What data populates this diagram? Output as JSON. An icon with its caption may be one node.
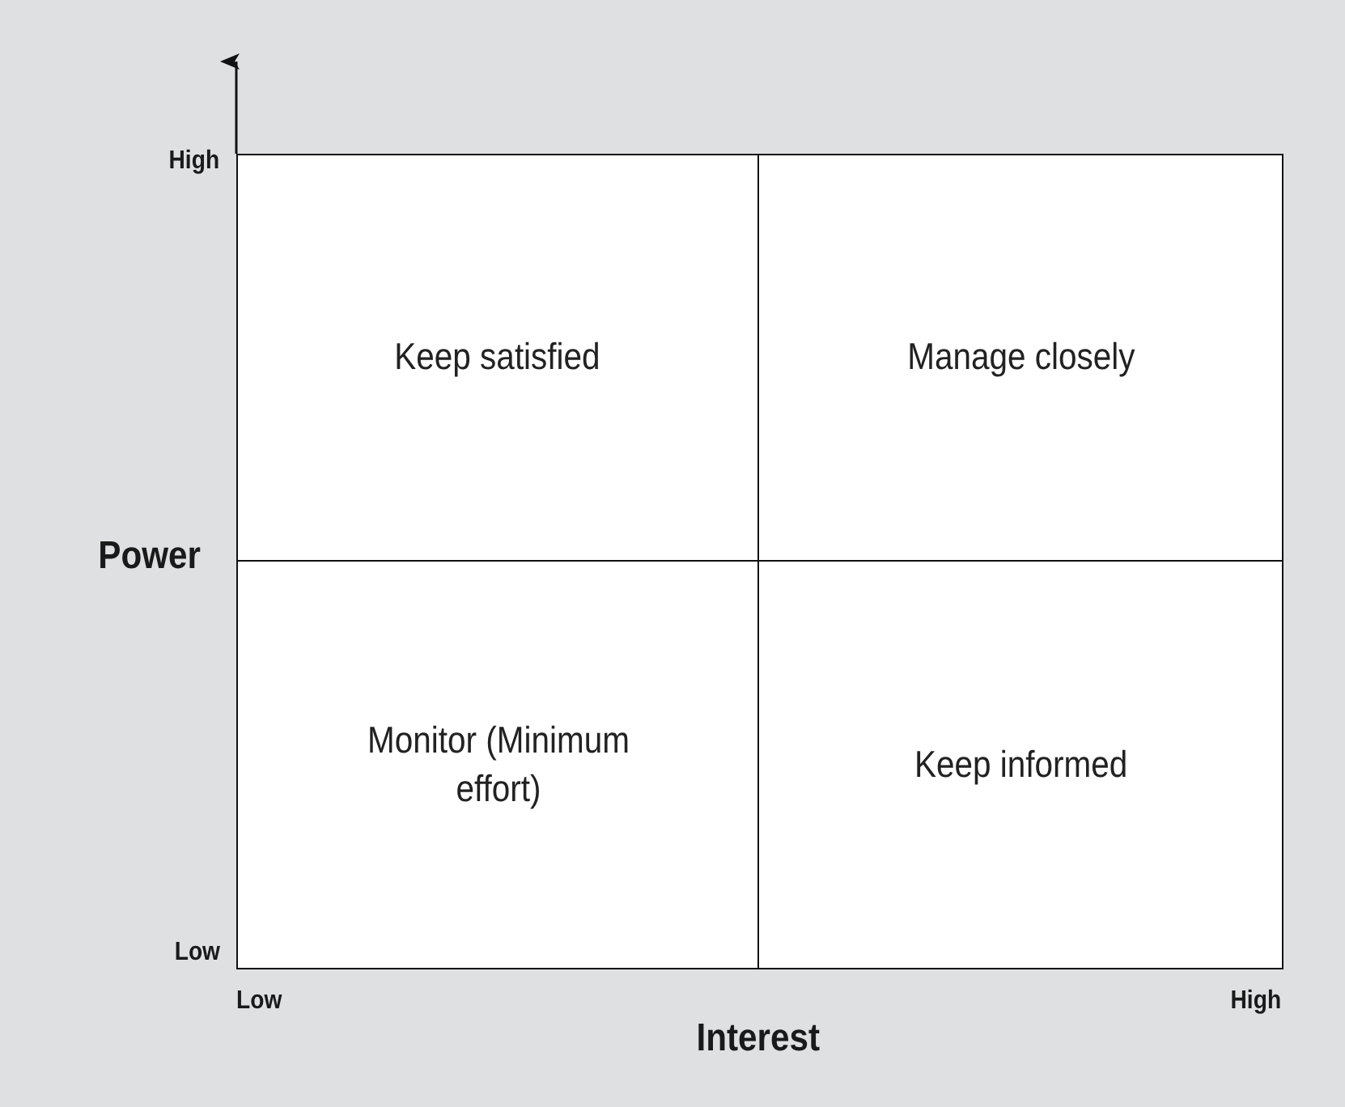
{
  "diagram": {
    "nodes": [
      {
        "text": [
          "Keep satisfied"
        ]
      },
      {
        "text": [
          "Manage closely"
        ]
      },
      {
        "text": [
          "Monitor (Minimum effort)"
        ]
      },
      {
        "text": [
          "Keep informed"
        ]
      }
    ],
    "labels": [
      "High",
      "Power",
      "Low",
      "Low",
      "High",
      "Interest"
    ]
  }
}
